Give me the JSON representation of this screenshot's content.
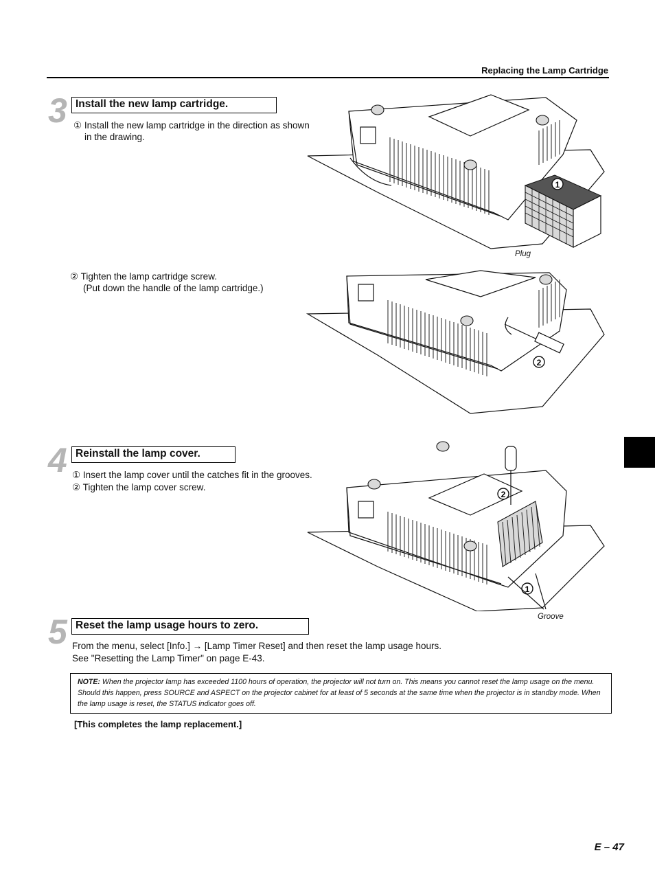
{
  "header": {
    "section_title": "Replacing the Lamp Cartridge"
  },
  "steps": [
    {
      "number": "3",
      "heading": "Install the new lamp cartridge.",
      "lines": [
        "① Install the new lamp cartridge in the direction as shown",
        "in the drawing."
      ],
      "lines2": [
        "② Tighten the lamp cartridge screw.",
        "(Put down the handle of the lamp cartridge.)"
      ]
    },
    {
      "number": "4",
      "heading": "Reinstall the lamp cover.",
      "lines": [
        "① Insert the lamp cover until the catches fit in the grooves.",
        "② Tighten the lamp cover screw."
      ]
    },
    {
      "number": "5",
      "heading": "Reset the lamp usage hours to zero.",
      "lines": [
        "From the menu, select [Info.] → [Lamp Timer Reset] and then reset the lamp usage hours.",
        "See \"Resetting the Lamp Timer\" on page E-43."
      ]
    }
  ],
  "figures": {
    "fig1": {
      "callout": "1",
      "caption": "Plug"
    },
    "fig2": {
      "callout": "2"
    },
    "fig3": {
      "callout_top": "2",
      "callout_bottom": "1",
      "caption": "Groove"
    }
  },
  "note": {
    "label": "NOTE:",
    "text": "When the projector lamp has exceeded 1100 hours of operation, the projector will not turn on. This means you cannot reset the lamp usage on the menu. Should this happen, press SOURCE and ASPECT on the projector cabinet for at least of 5 seconds at the same time when the projector is in standby mode. When the lamp usage is reset, the STATUS indicator goes off."
  },
  "completion": "[This completes the lamp replacement.]",
  "page_number": "E – 47"
}
